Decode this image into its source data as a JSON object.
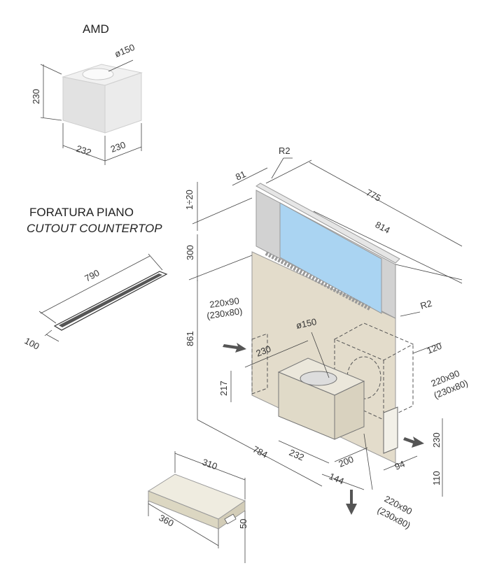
{
  "amd": {
    "title": "AMD",
    "dia": "ø150",
    "height": "230",
    "width": "232",
    "depth": "230"
  },
  "cutout": {
    "title_it": "FORATURA PIANO",
    "title_en": "CUTOUT COUNTERTOP",
    "length": "790",
    "width": "100"
  },
  "main": {
    "r2_top": "R2",
    "r2_right": "R2",
    "d81": "81",
    "d1_20": "1÷20",
    "d775": "775",
    "d814": "814",
    "d300": "300",
    "d861": "861",
    "duct_left": "220x90",
    "duct_left_alt": "(230x80)",
    "d_dia": "ø150",
    "d230": "230",
    "d120": "120",
    "d217": "217",
    "duct_right": "220x90",
    "duct_right_alt": "(230x80)",
    "d784": "784",
    "d232": "232",
    "d200": "200",
    "d144": "144",
    "d94": "94",
    "d230b": "230",
    "d110": "110",
    "duct_bottom": "220x90",
    "duct_bottom_alt": "(230x80)"
  },
  "motor": {
    "length": "360",
    "width": "310",
    "height": "50"
  },
  "colors": {
    "panel": "#e3dccb",
    "motor": "#e8e4d0",
    "amd_box": "#e6e6e6",
    "glass": "#aad4f2",
    "frame": "#d2d2d2"
  }
}
